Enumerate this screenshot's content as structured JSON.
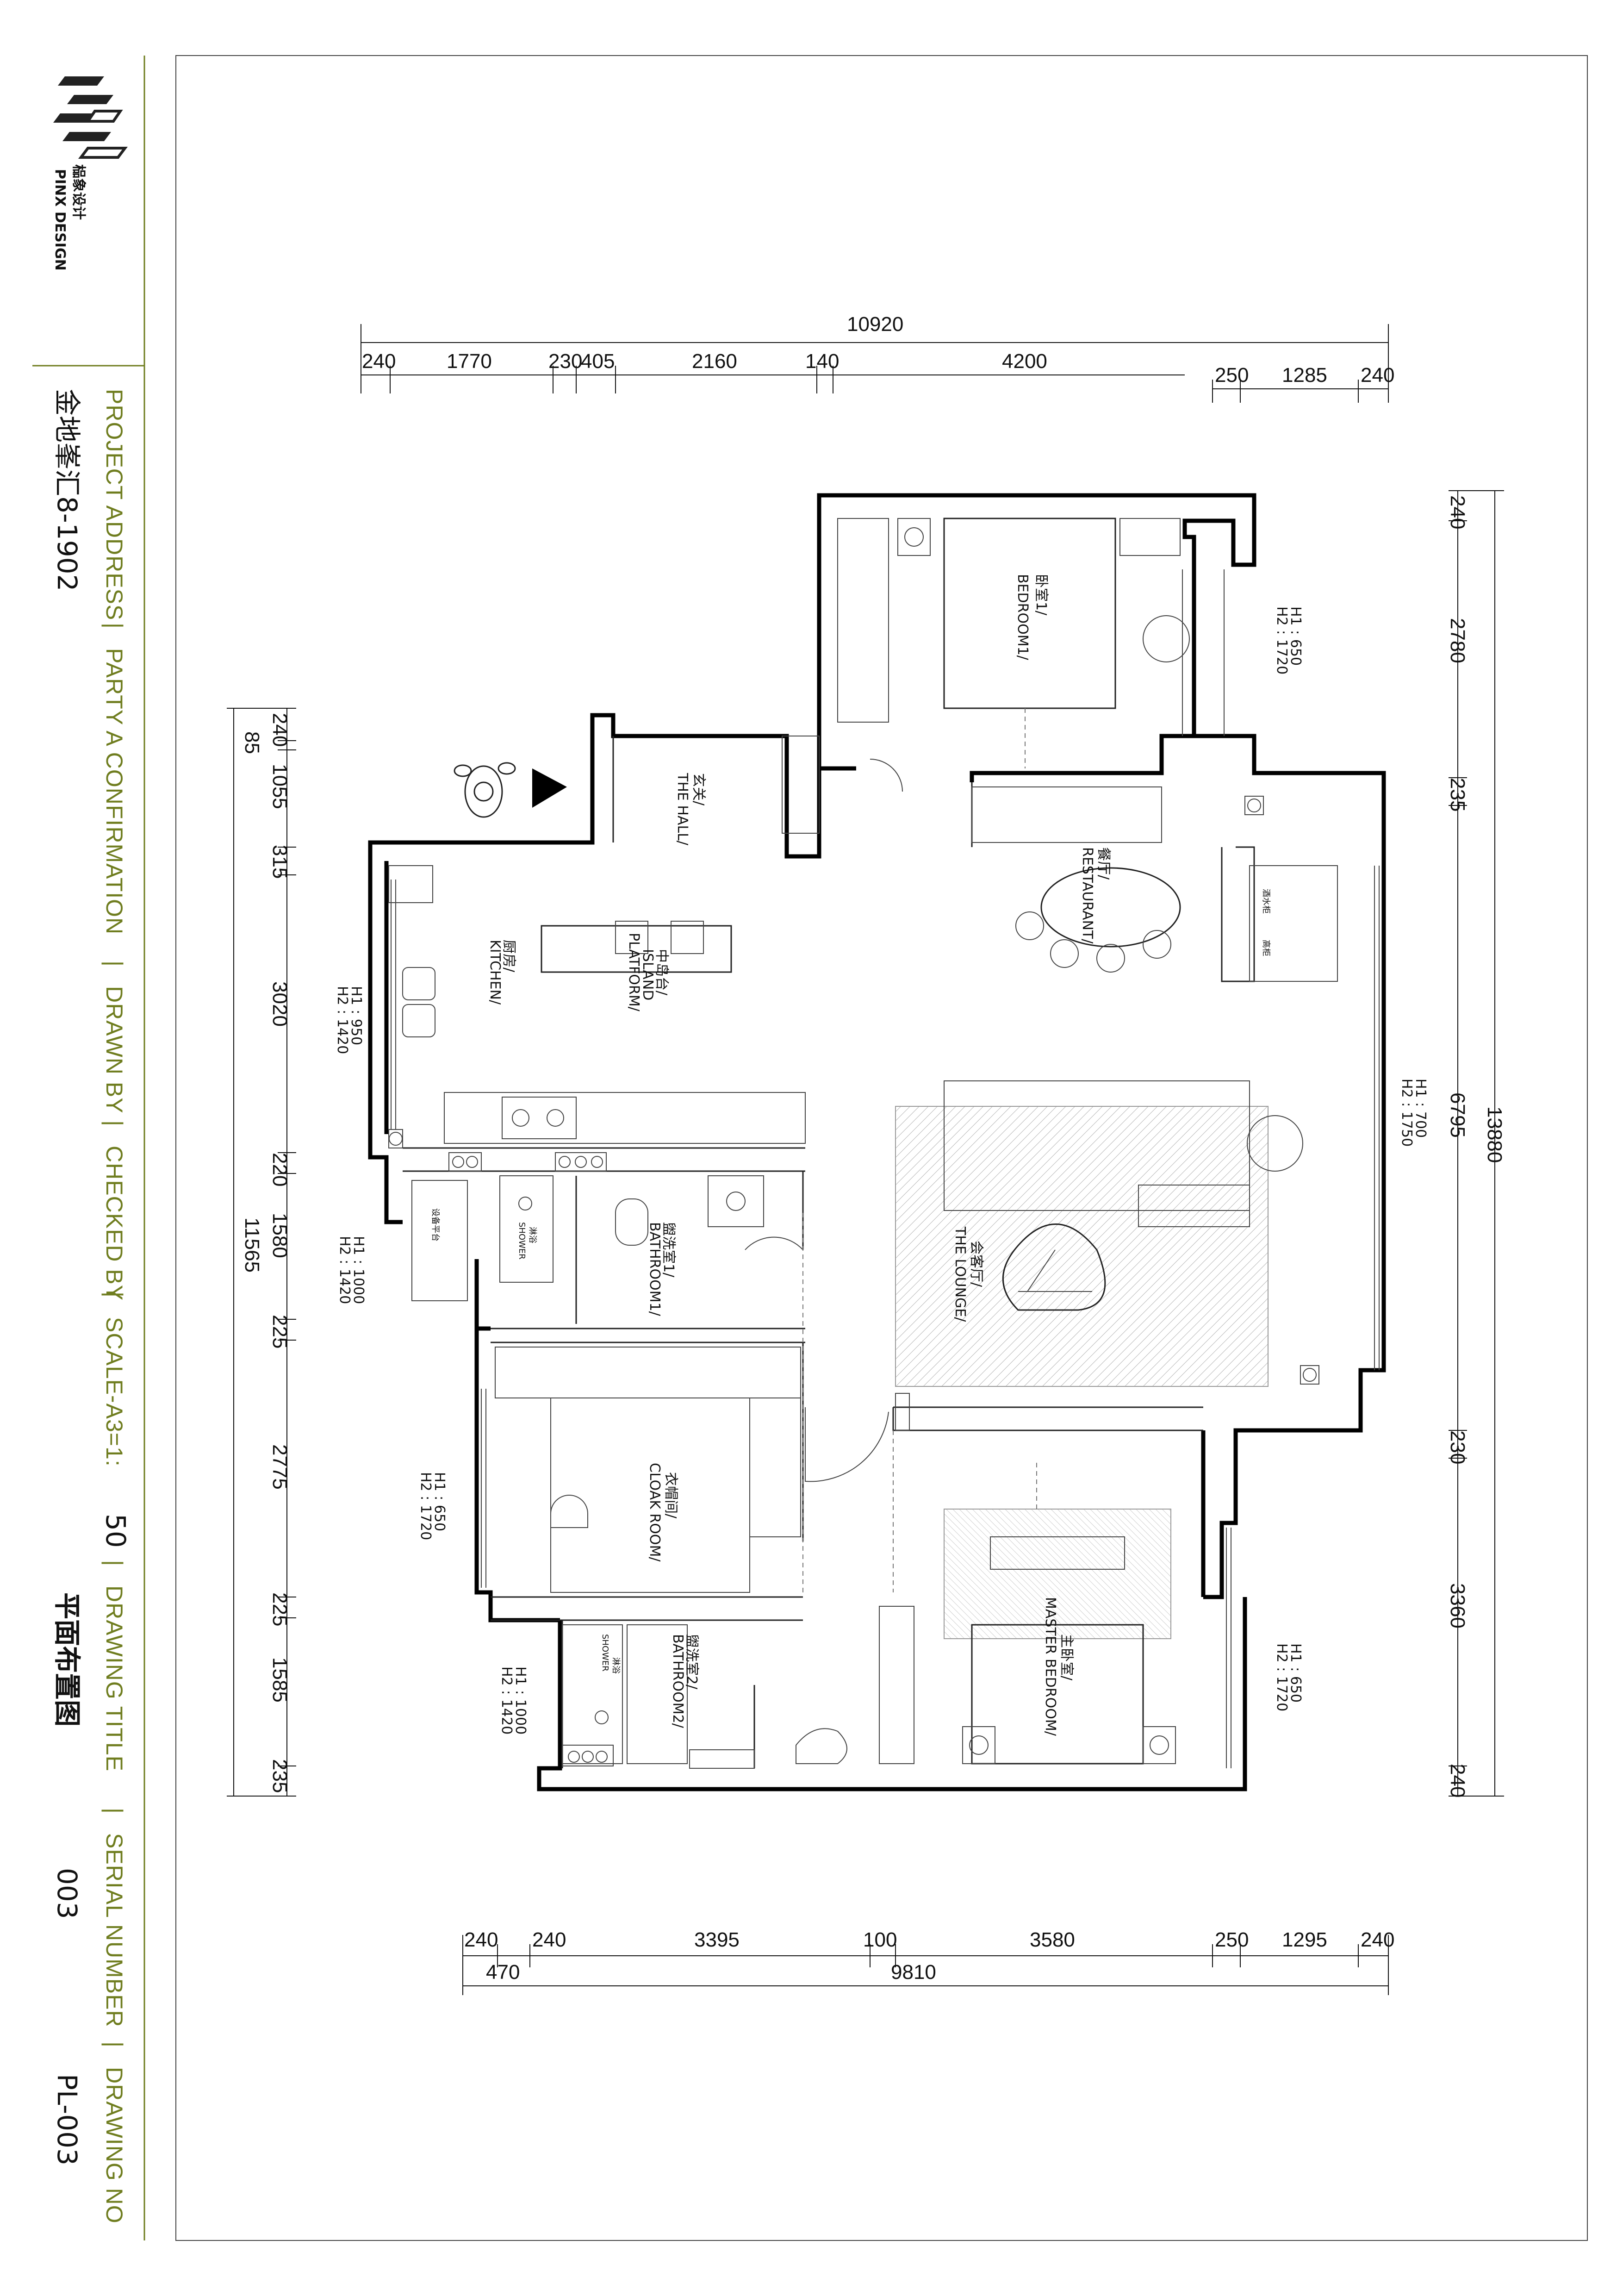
{
  "brand": {
    "name_cn": "榀象设计",
    "name_en": "PINX DESIGN"
  },
  "title_block": {
    "project_address_label": "PROJECT ADDRESS",
    "project_address_value": "金地峯汇8-1902",
    "party_a_label": "PARTY A CONFIRMATION",
    "drawn_by_label": "DRAWN BY",
    "checked_by_label": "CHECKED BY",
    "scale_label": "SCALE-A3=1:",
    "scale_value": "50",
    "drawing_title_label": "DRAWING TITLE",
    "drawing_title_value": "平面布置图",
    "serial_number_label": "SERIAL NUMBER",
    "serial_number_value": "003",
    "drawing_no_label": "DRAWING NO",
    "drawing_no_value": "PL-003",
    "separator": "|"
  },
  "rooms": {
    "hall_cn": "玄关/",
    "hall_en": "THE HALL/",
    "bedroom1_cn": "卧室1/",
    "bedroom1_en": "BEDROOM1/",
    "restaurant_cn": "餐厅/",
    "restaurant_en": "RESTAURANT/",
    "kitchen_cn": "厨房/",
    "kitchen_en": "KITCHEN/",
    "island_cn": "中岛台/",
    "island_en1": "ISLAND",
    "island_en2": "PLATFORM/",
    "bathroom1_cn": "盥洗室1/",
    "bathroom1_en": "BATHROOM1/",
    "lounge_cn": "会客厅/",
    "lounge_en": "THE LOUNGE/",
    "cloak_cn": "衣帽间/",
    "cloak_en": "CLOAK ROOM/",
    "bathroom2_cn": "盥洗室2/",
    "bathroom2_en": "BATHROOM2/",
    "master_cn": "主卧室/",
    "master_en": "MASTER BEDROOM/",
    "shower_cn": "淋浴",
    "shower_en": "SHOWER",
    "equipment_platform": "设备平台",
    "cabinet_a": "酒水柜",
    "cabinet_b": "高柜"
  },
  "window_heights": {
    "bedroom1": {
      "h1": "H1 : 650",
      "h2": "H2 : 1720"
    },
    "kitchen": {
      "h1": "H1 : 950",
      "h2": "H2 : 1420"
    },
    "lounge": {
      "h1": "H1 : 700",
      "h2": "H2 : 1750"
    },
    "bathroom1": {
      "h1": "H1 : 1000",
      "h2": "H2 : 1420"
    },
    "cloak": {
      "h1": "H1 : 650",
      "h2": "H2 : 1720"
    },
    "master": {
      "h1": "H1 : 650",
      "h2": "H2 : 1720"
    },
    "bathroom2": {
      "h1": "H1 : 1000",
      "h2": "H2 : 1420"
    }
  },
  "dimensions": {
    "top_total": "10920",
    "top_segments": [
      "240",
      "1770",
      "230",
      "405",
      "2160",
      "140",
      "4200"
    ],
    "top_right_segments": [
      "250",
      "1285",
      "240"
    ],
    "bottom_segments": [
      "240",
      "240",
      "3395",
      "100",
      "3580",
      "250",
      "1295",
      "240"
    ],
    "bottom_sub": "470",
    "bottom_total": "9810",
    "left_segments": [
      "240",
      "85",
      "1055",
      "315",
      "3020",
      "220",
      "1580",
      "225",
      "2775",
      "225",
      "1585",
      "235"
    ],
    "left_total": "11565",
    "right_segments": [
      "240",
      "2780",
      "235",
      "6795",
      "230",
      "3360",
      "240"
    ],
    "right_total": "13880"
  },
  "colors": {
    "accent": "#6f7d1f",
    "line": "#000000",
    "hatch": "#9a9a9a"
  },
  "icons": {
    "logo": "pinx-logo-icon",
    "entrance": "entrance-arrow-icon",
    "person": "person-top-view-icon"
  }
}
